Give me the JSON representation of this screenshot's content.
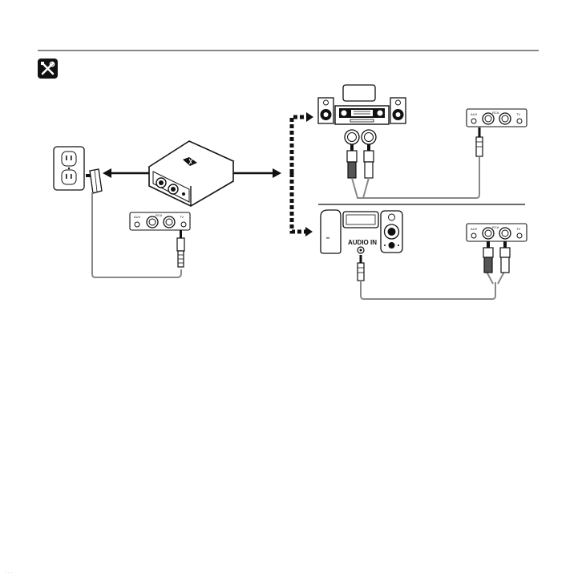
{
  "tools_icon": "tools-icon",
  "device_logo": "bluetooth-logo-icon",
  "audio_in_label": "AUDIO IN",
  "input_panel": {
    "aux": "AUX",
    "rca": "RCA",
    "tv": "TV"
  },
  "footer_text": "· · ·",
  "colors": {
    "line": "#111111",
    "cable": "#777777",
    "plug_dark": "#555555"
  }
}
